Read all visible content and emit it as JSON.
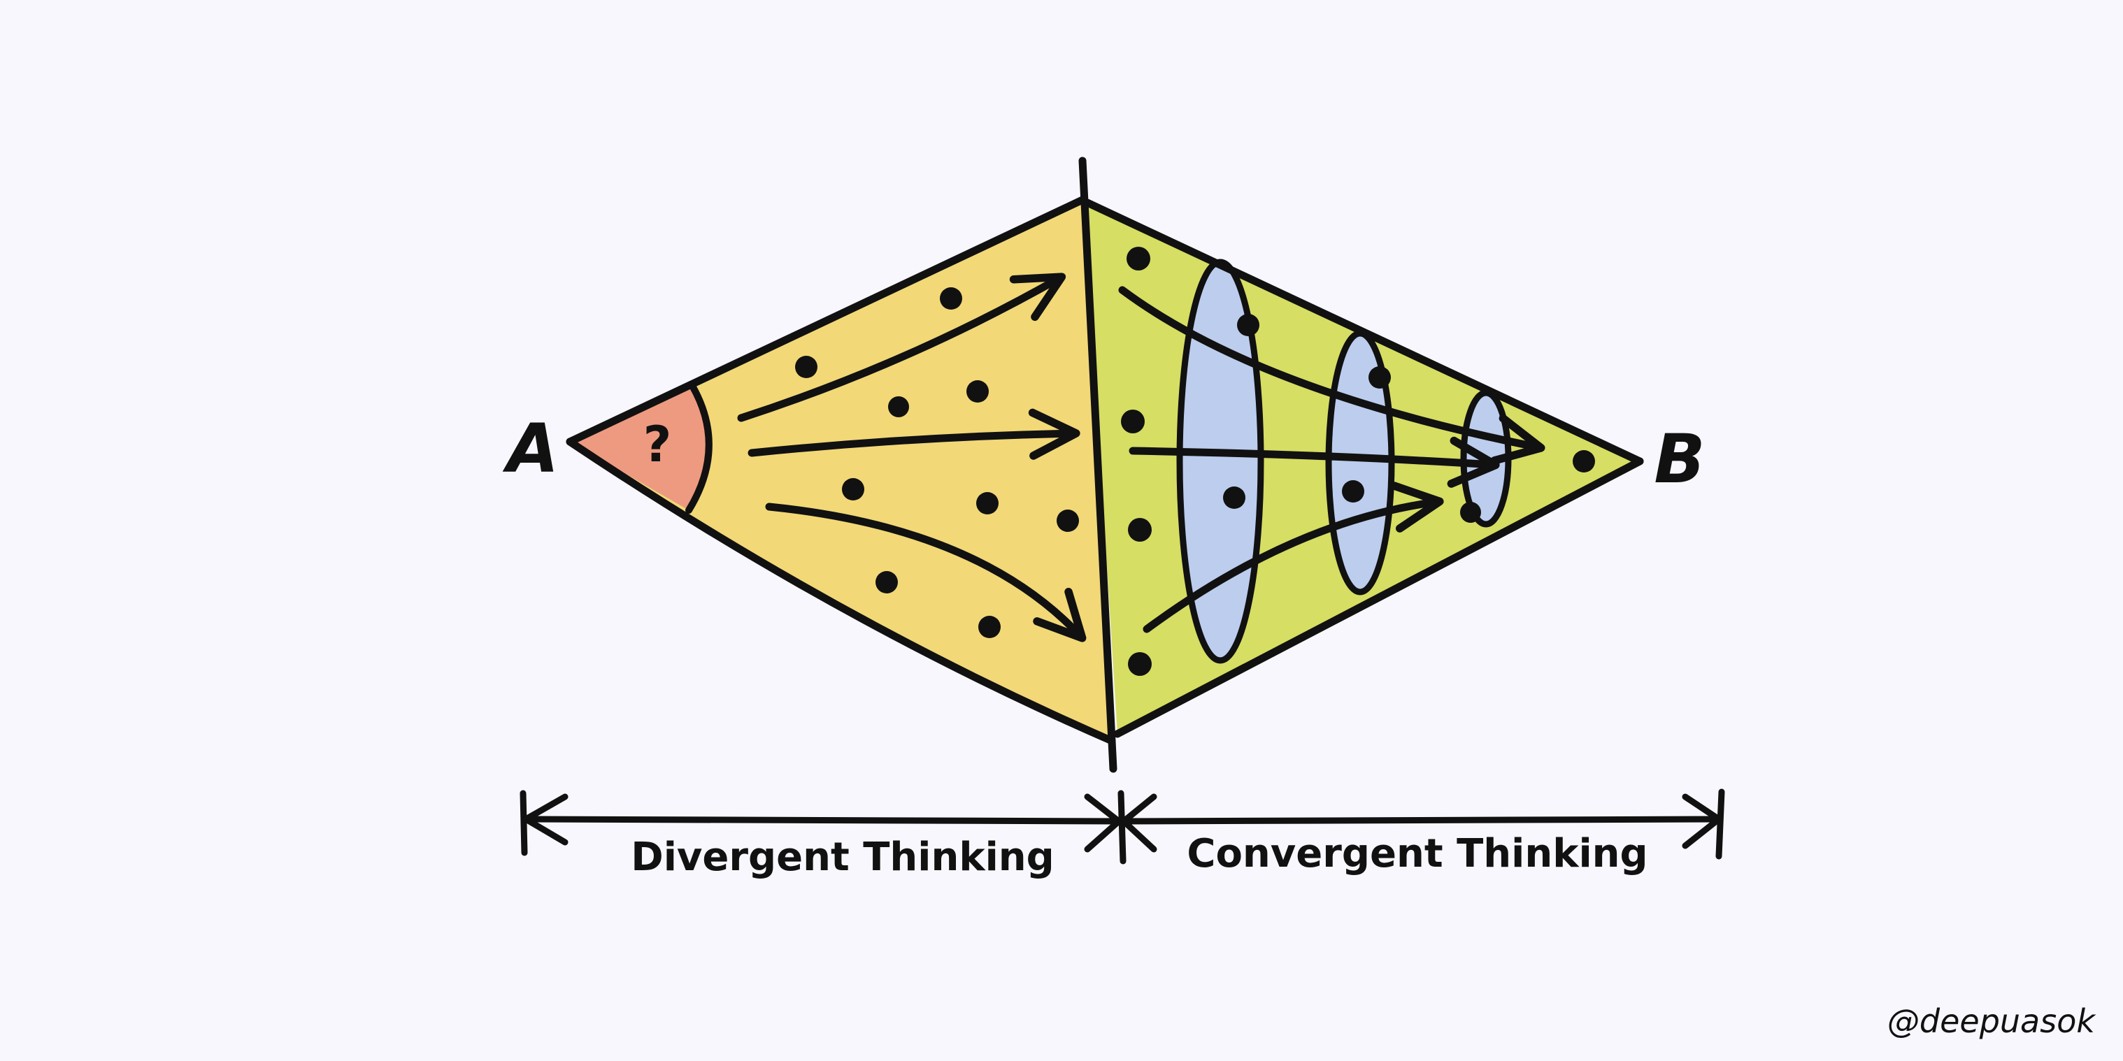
{
  "labels": {
    "start_point": "A",
    "end_point": "B",
    "question_mark": "?",
    "divergent": "Divergent Thinking",
    "convergent": "Convergent Thinking",
    "credit": "@deepuasok"
  },
  "colors": {
    "background": "#f7f7fd",
    "question_region": "#ee9a80",
    "divergent_region": "#f2d877",
    "convergent_region": "#d6de63",
    "filter_ellipse": "#bccdee",
    "ink": "#111111"
  },
  "icons": [
    "dot",
    "arrow",
    "ellipse-filter"
  ]
}
